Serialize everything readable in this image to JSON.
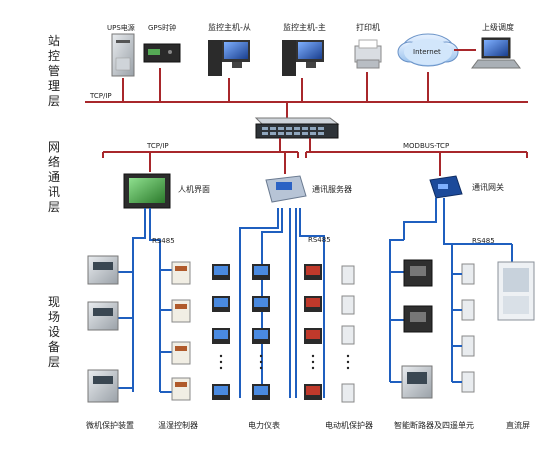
{
  "layers": {
    "station": "站控管理层",
    "network": "网络通讯层",
    "field": "现场设备层"
  },
  "top_devices": {
    "ups": "UPS电源",
    "gps": "GPS时钟",
    "monitor_slave": "监控主机-从",
    "monitor_master": "监控主机-主",
    "printer": "打印机",
    "internet": "Internet",
    "dispatch": "上级调度"
  },
  "network": {
    "tcpip_top": "TCP/IP",
    "tcpip_left": "TCP/IP",
    "modbus": "MODBUS-TCP",
    "hmi": "人机界面",
    "comm_server": "通讯服务器",
    "gateway": "通讯网关"
  },
  "field": {
    "rs485_1": "RS485",
    "rs485_2": "RS485",
    "rs485_3": "RS485",
    "protection": "微机保护装置",
    "temp_ctrl": "温湿控制器",
    "power_meter": "电力仪表",
    "motor_prot": "电动机保护器",
    "breaker": "智能断路器及四遥单元",
    "dc_screen": "直流屏"
  },
  "colors": {
    "bus": "#a8272b",
    "field_line": "#1f5fbf",
    "field_line_light": "#6fa0e0"
  }
}
